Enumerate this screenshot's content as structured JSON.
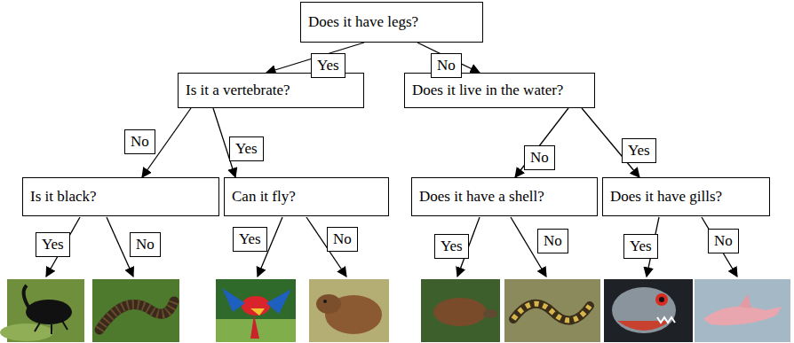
{
  "diagram": {
    "nodes": [
      {
        "text": [
          "Does it have legs?"
        ]
      },
      {
        "text": [
          "Is it a vertebrate?"
        ]
      },
      {
        "text": [
          "Does it live in the water?"
        ]
      },
      {
        "text": [
          "Is it black?"
        ]
      },
      {
        "text": [
          "Can it fly?"
        ]
      },
      {
        "text": [
          "Does it have a shell?"
        ]
      },
      {
        "text": [
          "Does it have gills?"
        ]
      }
    ],
    "edges": [
      {
        "from": 0,
        "to": 1,
        "label": "Yes",
        "arrow": "to"
      },
      {
        "from": 0,
        "to": 2,
        "label": "No",
        "arrow": "to"
      },
      {
        "from": 1,
        "to": 3,
        "label": "No",
        "arrow": "to"
      },
      {
        "from": 1,
        "to": 4,
        "label": "Yes",
        "arrow": "to"
      },
      {
        "from": 2,
        "to": 5,
        "label": "No",
        "arrow": "to"
      },
      {
        "from": 2,
        "to": 6,
        "label": "Yes",
        "arrow": "to"
      }
    ],
    "labels": [
      "Yes",
      "No",
      "Yes",
      "No",
      "Yes",
      "No",
      "Yes",
      "No"
    ]
  }
}
